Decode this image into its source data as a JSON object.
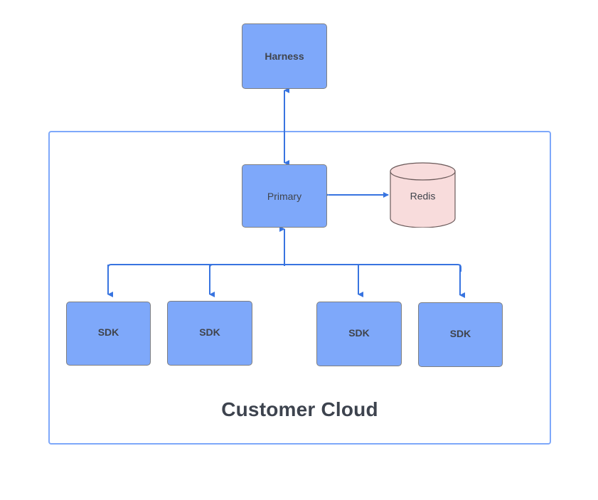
{
  "diagram": {
    "title": "Customer Cloud",
    "colors": {
      "node_fill_blue": "#7ea8fa",
      "node_stroke_gray": "#7f7f7f",
      "datastore_fill_pink": "#f8dcdc",
      "datastore_stroke": "#6b5a5a",
      "connector_blue": "#3874e0",
      "container_border_blue": "#7ea8fa",
      "label_text": "#40444c",
      "title_text": "#3d434e",
      "background": "#ffffff"
    },
    "nodes": [
      {
        "id": "harness",
        "label": "Harness",
        "shape": "rounded-rectangle",
        "weight": "bold"
      },
      {
        "id": "primary",
        "label": "Primary",
        "shape": "rounded-rectangle",
        "weight": "regular"
      },
      {
        "id": "redis",
        "label": "Redis",
        "shape": "cylinder",
        "weight": "regular"
      },
      {
        "id": "sdk-1",
        "label": "SDK",
        "shape": "rounded-rectangle",
        "weight": "bold"
      },
      {
        "id": "sdk-2",
        "label": "SDK",
        "shape": "rounded-rectangle",
        "weight": "bold"
      },
      {
        "id": "sdk-3",
        "label": "SDK",
        "shape": "rounded-rectangle",
        "weight": "bold"
      },
      {
        "id": "sdk-4",
        "label": "SDK",
        "shape": "rounded-rectangle",
        "weight": "bold"
      }
    ],
    "container": {
      "id": "customer-cloud",
      "label": "Customer Cloud",
      "contains": [
        "primary",
        "redis",
        "sdk-1",
        "sdk-2",
        "sdk-3",
        "sdk-4"
      ]
    },
    "connectors": [
      {
        "from": "harness",
        "to": "primary",
        "arrows": "both",
        "style": "straight-vertical"
      },
      {
        "from": "primary",
        "to": "redis",
        "arrows": "both",
        "style": "straight-horizontal"
      },
      {
        "from": "sdk-1",
        "to": "primary",
        "arrows": "both",
        "style": "orthogonal-bus"
      },
      {
        "from": "sdk-2",
        "to": "primary",
        "arrows": "both",
        "style": "orthogonal-bus"
      },
      {
        "from": "sdk-3",
        "to": "primary",
        "arrows": "both",
        "style": "orthogonal-bus"
      },
      {
        "from": "sdk-4",
        "to": "primary",
        "arrows": "both",
        "style": "orthogonal-bus"
      }
    ]
  }
}
